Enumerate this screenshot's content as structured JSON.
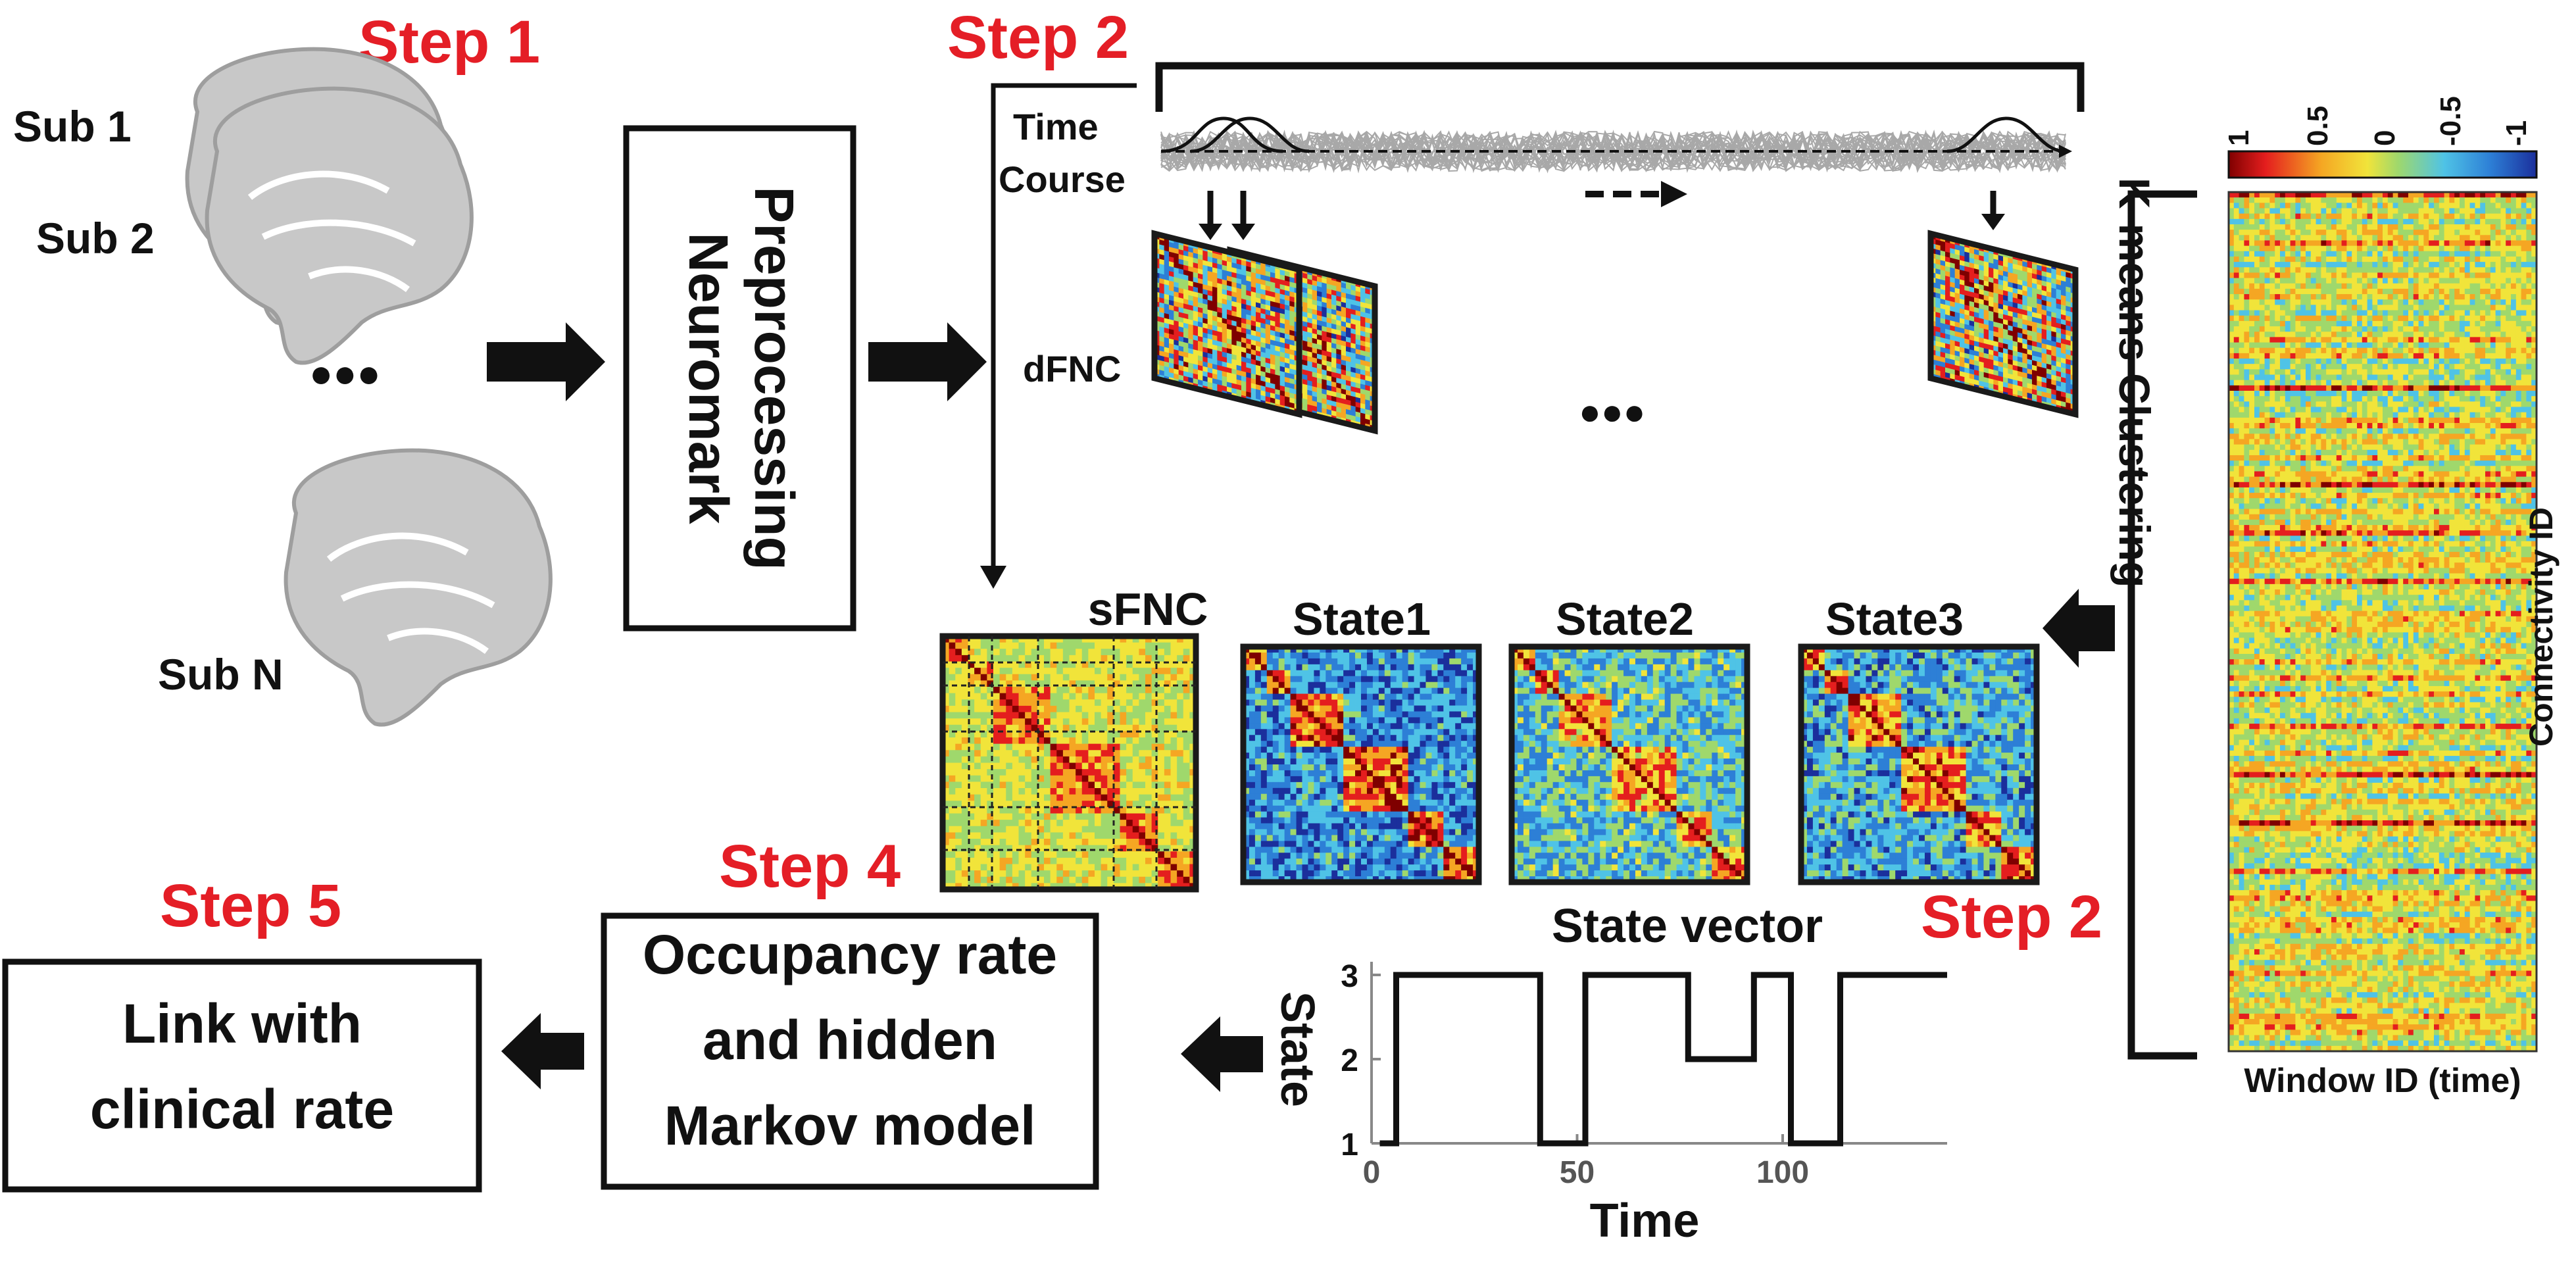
{
  "steps": {
    "step1": "Step 1",
    "step2_top": "Step 2",
    "step2_bottom": "Step 2",
    "step4": "Step 4",
    "step5": "Step 5"
  },
  "subjects": {
    "sub1": "Sub 1",
    "sub2": "Sub 2",
    "subN": "Sub N",
    "ellipsis": "●●●"
  },
  "preprocess": {
    "line1": "Preprocessing",
    "line2": "Neuromark"
  },
  "timecourse": {
    "label_line1": "Time",
    "label_line2": "Course",
    "dfnc_label": "dFNC",
    "ellipsis": "●●●"
  },
  "states": {
    "sfnc": "sFNC",
    "state1": "State1",
    "state2": "State2",
    "state3": "State3"
  },
  "kmeans": {
    "label": "K-means Clustering",
    "colorbar_ticks": [
      "1",
      "0.5",
      "0",
      "-0.5",
      "-1"
    ],
    "xlabel": "Window ID (time)",
    "ylabel": "Connectivity ID",
    "colors": [
      "#7f0000",
      "#e41e1e",
      "#f5a623",
      "#f1e43a",
      "#9fd86c",
      "#4fc3e6",
      "#2d7fd6",
      "#1b2f9c"
    ]
  },
  "state_vector": {
    "title": "State vector",
    "xlabel": "Time",
    "ylabel": "State"
  },
  "outputs": {
    "occupancy_line1": "Occupancy rate",
    "occupancy_line2": "and hidden",
    "occupancy_line3": "Markov model",
    "link_line1": "Link with",
    "link_line2": "clinical rate"
  },
  "chart_data": {
    "type": "line",
    "title": "State vector",
    "xlabel": "Time",
    "ylabel": "State",
    "xlim": [
      0,
      140
    ],
    "ylim": [
      1,
      3
    ],
    "x_ticks": [
      0,
      50,
      100
    ],
    "y_ticks": [
      1,
      2,
      3
    ],
    "series": [
      {
        "x": [
          2,
          6,
          6,
          41,
          41,
          52,
          52,
          77,
          77,
          93,
          93,
          102,
          102,
          114,
          114,
          140
        ],
        "values": [
          1,
          1,
          3,
          3,
          1,
          1,
          3,
          3,
          2,
          2,
          3,
          3,
          1,
          1,
          3,
          3
        ]
      }
    ]
  }
}
